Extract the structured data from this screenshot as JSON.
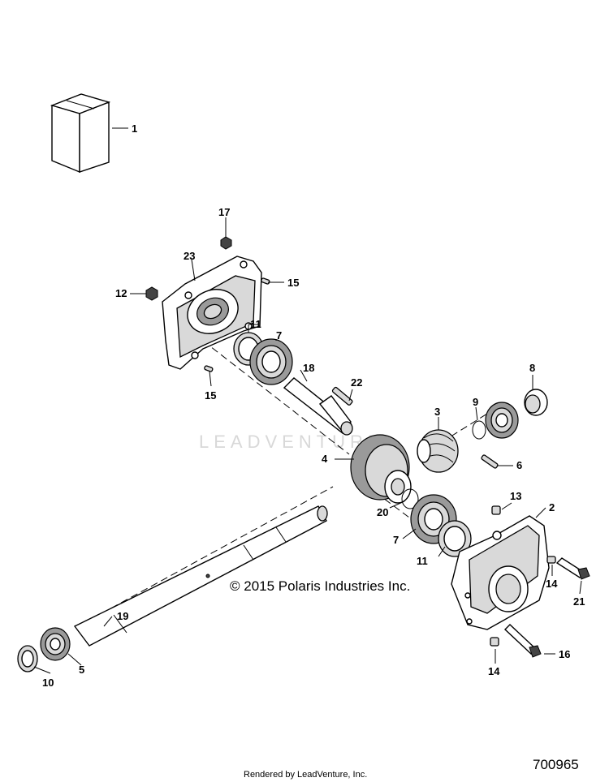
{
  "callouts": {
    "c1": "1",
    "c2": "2",
    "c3": "3",
    "c4": "4",
    "c5": "5",
    "c6": "6",
    "c7a": "7",
    "c7b": "7",
    "c8": "8",
    "c9": "9",
    "c10": "10",
    "c11a": "11",
    "c11b": "11",
    "c12": "12",
    "c13": "13",
    "c14a": "14",
    "c14b": "14",
    "c15a": "15",
    "c15b": "15",
    "c16": "16",
    "c17": "17",
    "c18": "18",
    "c19": "19",
    "c20": "20",
    "c21": "21",
    "c22": "22",
    "c23": "23"
  },
  "watermark": "LEADVENTURE",
  "copyright": "© 2015 Polaris Industries Inc.",
  "footer": "Rendered by LeadVenture, Inc.",
  "diagram_code": "700965"
}
